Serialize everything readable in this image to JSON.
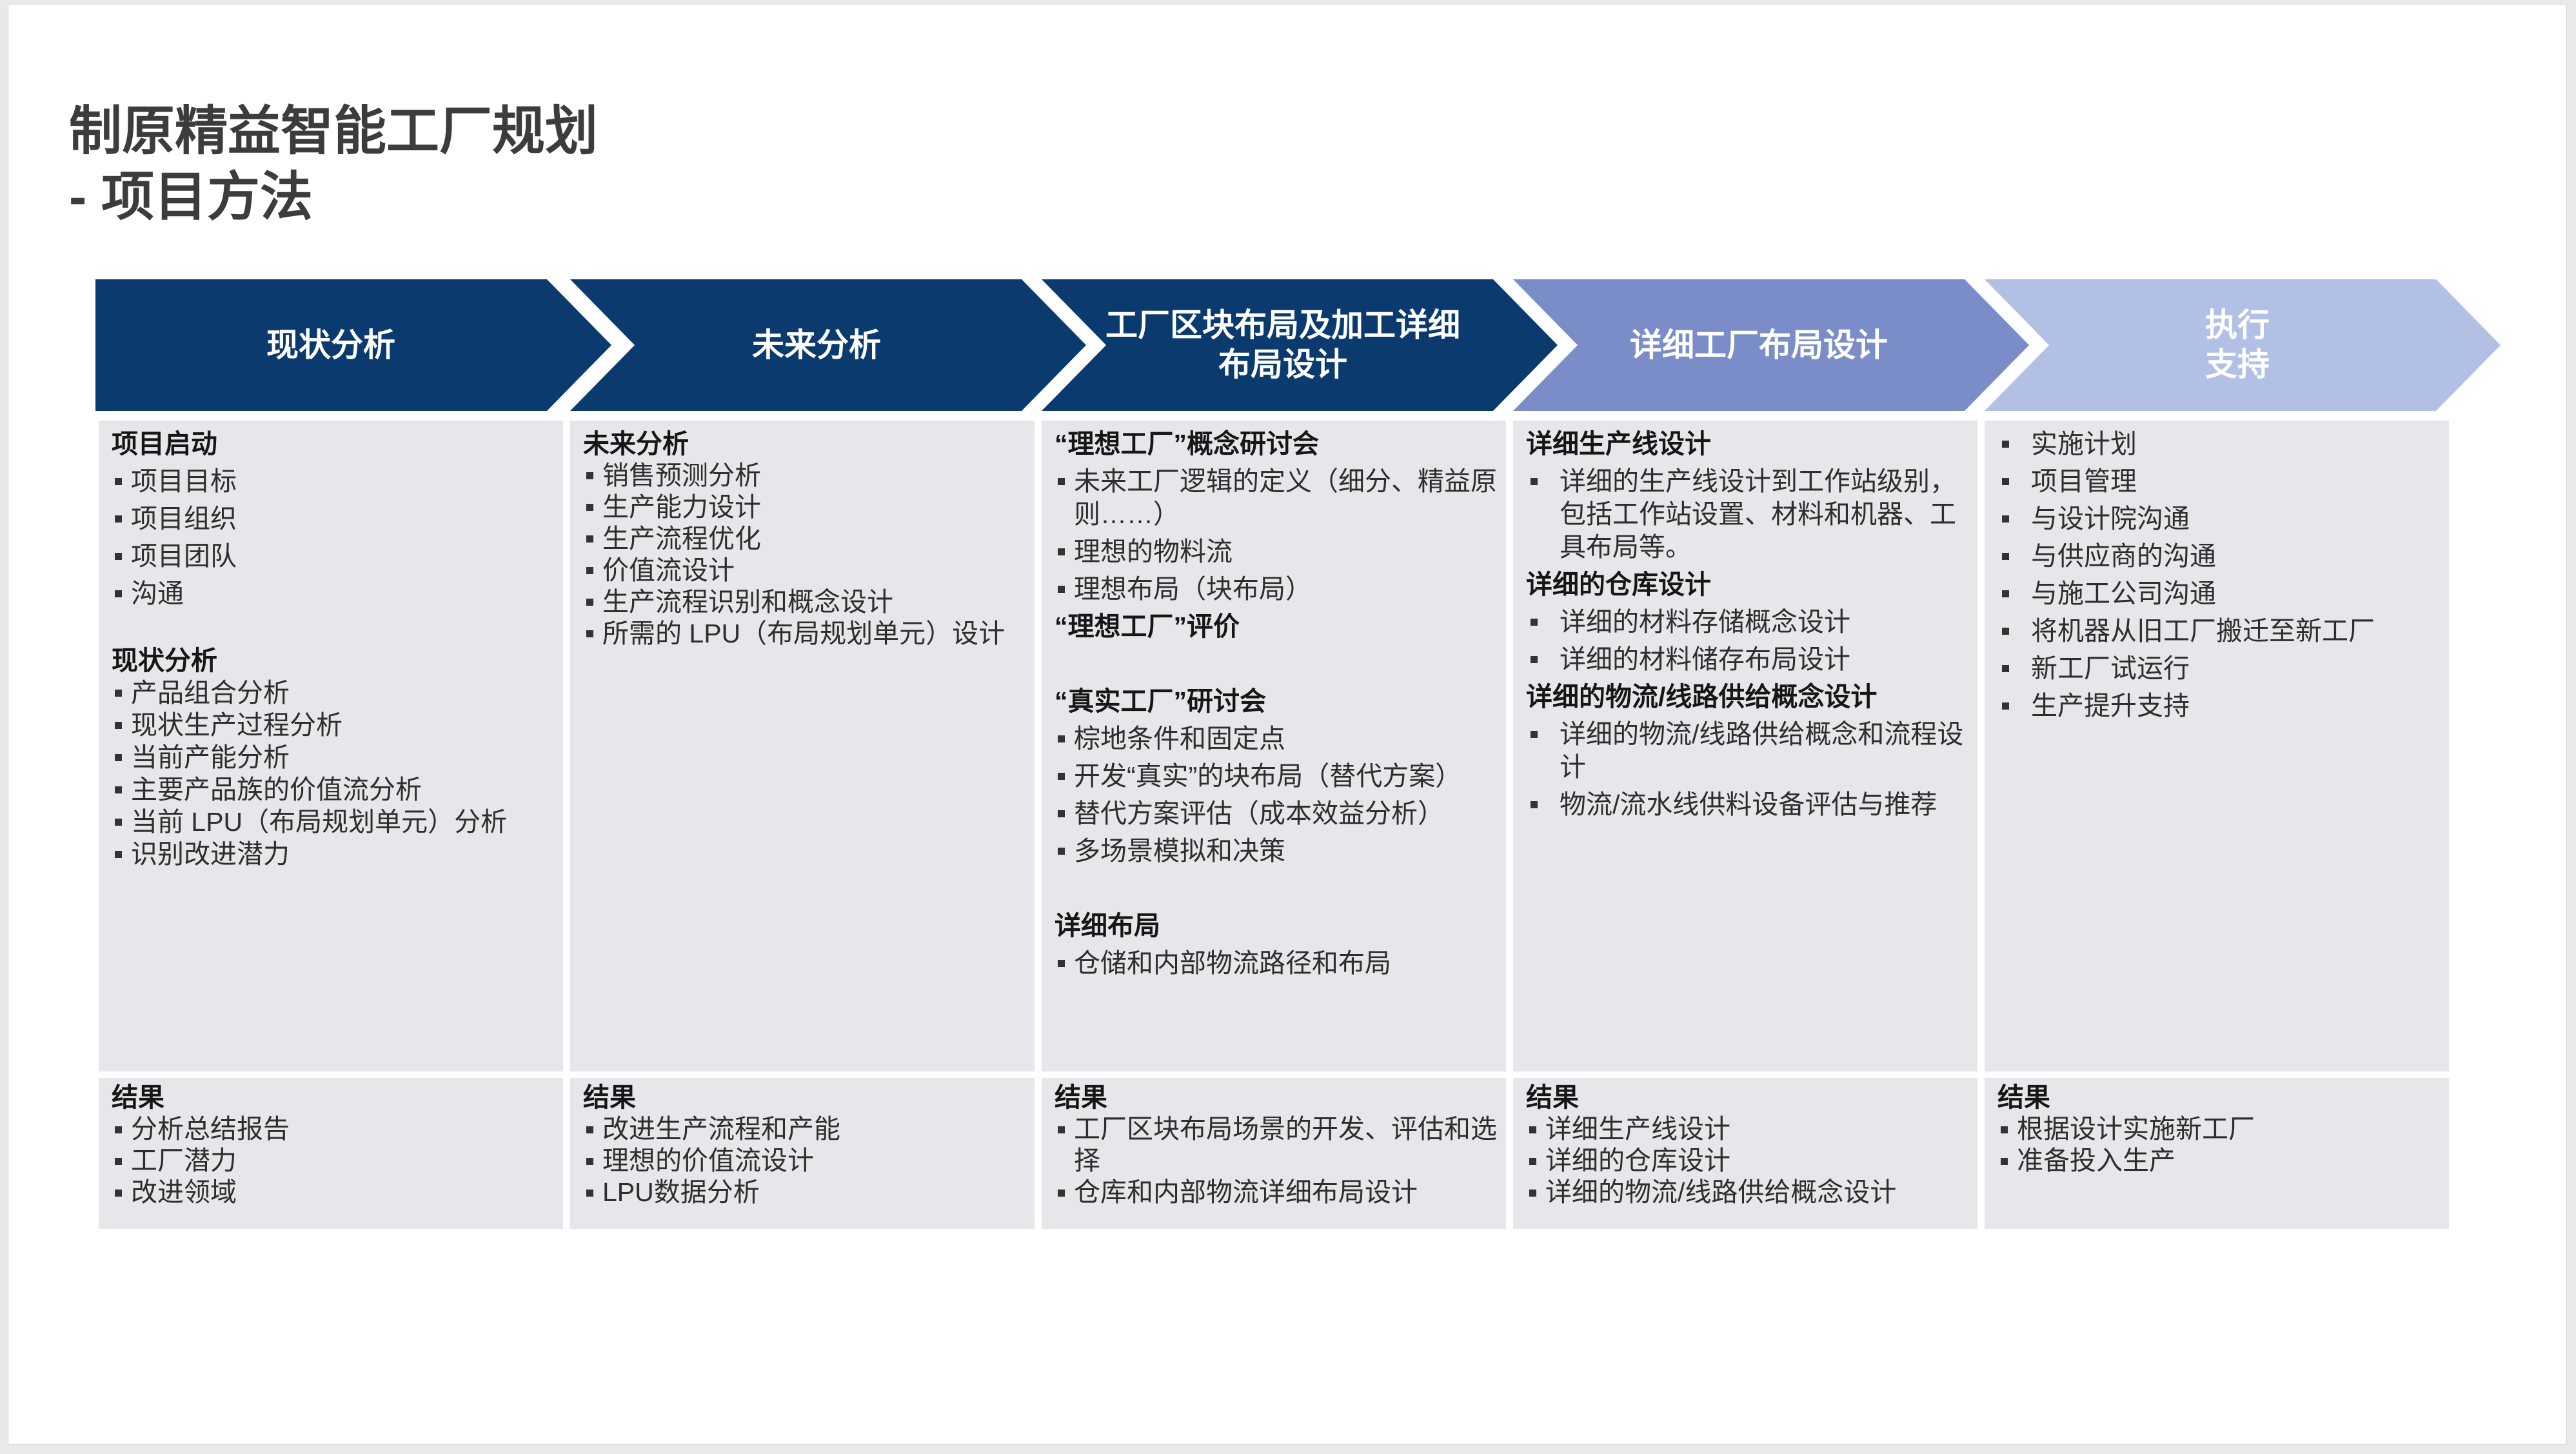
{
  "slide": {
    "title_line1": "制原精益智能工厂规划",
    "title_line2": "- 项目方法"
  },
  "colors": {
    "cell_background": "#e6e7eb",
    "title_text": "#3c3c3c"
  },
  "phases": [
    {
      "title_lines": [
        "现状分析"
      ],
      "color": "#0b3a6f",
      "sections": [
        {
          "heading": "项目启动",
          "items": [
            "项目目标",
            "项目组织",
            "项目团队",
            "沟通"
          ]
        },
        {
          "heading": "现状分析",
          "items": [
            "产品组合分析",
            "现状生产过程分析",
            "当前产能分析",
            "主要产品族的价值流分析",
            "当前 LPU（布局规划单元）分析",
            "识别改进潜力"
          ]
        }
      ],
      "result": {
        "heading": "结果",
        "items": [
          "分析总结报告",
          "工厂潜力",
          "改进领域"
        ]
      }
    },
    {
      "title_lines": [
        "未来分析"
      ],
      "color": "#0b3a6f",
      "sections": [
        {
          "heading": "未来分析",
          "items": [
            "销售预测分析",
            "生产能力设计",
            "生产流程优化",
            "价值流设计",
            "生产流程识别和概念设计",
            "所需的 LPU（布局规划单元）设计"
          ]
        }
      ],
      "result": {
        "heading": "结果",
        "items": [
          "改进生产流程和产能",
          "理想的价值流设计",
          "LPU数据分析"
        ]
      }
    },
    {
      "title_lines": [
        "工厂区块布局及加工详细",
        "布局设计"
      ],
      "color": "#0b3a6f",
      "sections": [
        {
          "heading": "“理想工厂”概念研讨会",
          "items": [
            "未来工厂逻辑的定义（细分、精益原则……）",
            "理想的物料流",
            "理想布局（块布局）"
          ]
        },
        {
          "heading": "“理想工厂”评价",
          "items": []
        },
        {
          "heading": "“真实工厂”研讨会",
          "items": [
            "棕地条件和固定点",
            "开发“真实”的块布局（替代方案）",
            "替代方案评估（成本效益分析）",
            "多场景模拟和决策"
          ]
        },
        {
          "heading": "详细布局",
          "items": [
            "仓储和内部物流路径和布局"
          ]
        }
      ],
      "result": {
        "heading": "结果",
        "items": [
          "工厂区块布局场景的开发、评估和选择",
          "仓库和内部物流详细布局设计"
        ]
      }
    },
    {
      "title_lines": [
        "详细工厂布局设计"
      ],
      "color": "#7a8dc8",
      "sections": [
        {
          "heading": "详细生产线设计",
          "items": [
            "详细的生产线设计到工作站级别，包括工作站设置、材料和机器、工具布局等。"
          ]
        },
        {
          "heading": "详细的仓库设计",
          "items": [
            "详细的材料存储概念设计",
            "详细的材料储存布局设计"
          ]
        },
        {
          "heading": "详细的物流/线路供给概念设计",
          "items": [
            "详细的物流/线路供给概念和流程设计",
            "物流/流水线供料设备评估与推荐"
          ]
        }
      ],
      "result": {
        "heading": "结果",
        "items": [
          "详细生产线设计",
          "详细的仓库设计",
          "详细的物流/线路供给概念设计"
        ]
      }
    },
    {
      "title_lines": [
        "执行",
        "支持"
      ],
      "color": "#b3c0e5",
      "sections": [
        {
          "items": [
            "实施计划",
            "项目管理",
            "与设计院沟通",
            "与供应商的沟通",
            "与施工公司沟通",
            "将机器从旧工厂搬迁至新工厂",
            "新工厂试运行",
            "生产提升支持"
          ]
        }
      ],
      "result": {
        "heading": "结果",
        "items": [
          "根据设计实施新工厂",
          "准备投入生产"
        ]
      }
    }
  ]
}
